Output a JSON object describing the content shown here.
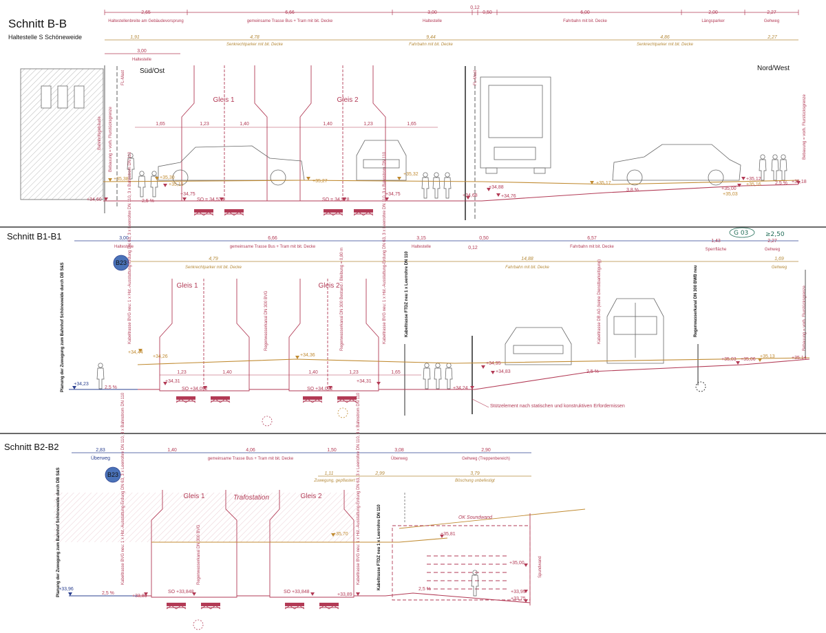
{
  "sections": [
    {
      "title": "Schnitt B-B",
      "subtitle": "Haltestelle S Schöneweide",
      "dims_top": [
        {
          "value": "2,65",
          "label": "Haltestellenbreite am Gebäudevorsprung"
        },
        {
          "value": "6,66",
          "label": "gemeinsame Trasse Bus + Tram mit bit. Decke"
        },
        {
          "value": "3,00",
          "label": "Haltestelle"
        },
        {
          "value": "0,12",
          "label": ""
        },
        {
          "value": "0,50",
          "label": ""
        },
        {
          "value": "6,00",
          "label": "Fahrbahn mit bit. Decke"
        },
        {
          "value": "2,00",
          "label": "Längsparker"
        },
        {
          "value": "2,27",
          "label": "Gehweg"
        }
      ],
      "dims_existing": [
        {
          "value": "1,91",
          "label": ""
        },
        {
          "value": "4,78",
          "label": "Senkrechtparker mit bit. Decke"
        },
        {
          "value": "9,44",
          "label": "Fahrbahn mit bit. Decke"
        },
        {
          "value": "4,86",
          "label": "Senkrechtparker mit bit. Decke"
        },
        {
          "value": "2,27",
          "label": ""
        }
      ],
      "dim_sub": {
        "value": "3,00",
        "label": "Haltestelle"
      },
      "dir_left": "Süd/Ost",
      "dir_right": "Nord/West",
      "building_label": "Bahnhofsgebäude",
      "boundary_left": "Bebauung = vorh. Flurstücksgrenze",
      "boundary_right": "Bebauung = vorh. Flurstücksgrenze",
      "mast_left": "FL-Mast",
      "mast_right": "FL-Mast",
      "track1": "Gleis 1",
      "track2": "Gleis 2",
      "inner_dims": [
        "1,65",
        "1,23",
        "1,40",
        "1,40",
        "1,23",
        "1,65"
      ],
      "elev": {
        "e1": "+35,38",
        "e2": "+35,30",
        "e3": "+35,15",
        "e4": "+35,27",
        "e5": "+35,32",
        "e6": "+34,60",
        "e7": "+34,75",
        "e8": "SO = 34,528",
        "e9": "SO = 34,528",
        "e10": "+34,75",
        "e11": "+34,68",
        "e12": "+34,88",
        "e13": "+34,76",
        "e14": "+35,17",
        "e15": "+35,00",
        "e16": "+35,03",
        "e17": "+35,12",
        "e18": "+35,16",
        "e19": "+35,18"
      },
      "slopes": [
        "2,5 %",
        "3,8 %",
        "2,5 %"
      ]
    },
    {
      "title": "Schnitt B1-B1",
      "badge": "B23",
      "handnote1": "G 03",
      "handnote2": "≥2,50",
      "dims_top": [
        {
          "value": "3,00",
          "label": "Haltestelle"
        },
        {
          "value": "6,66",
          "label": "gemeinsame Trasse Bus + Tram mit bit. Decke"
        },
        {
          "value": "3,15",
          "label": "Haltestelle"
        },
        {
          "value": "0,50",
          "label": ""
        },
        {
          "value": "0,12",
          "label": ""
        },
        {
          "value": "6,57",
          "label": "Fahrbahn mit bit. Decke"
        },
        {
          "value": "1,43",
          "label": "Sperrfläche"
        },
        {
          "value": "2,27",
          "label": "Gehweg"
        }
      ],
      "dims_existing": [
        {
          "value": "4,79",
          "label": "Senkrechtparker mit bit. Decke"
        },
        {
          "value": "14,88",
          "label": "Fahrbahn mit bit. Decke"
        },
        {
          "value": "1,69",
          "label": "Gehweg"
        }
      ],
      "track1": "Gleis 1",
      "track2": "Gleis 2",
      "cable_left": "Kabeltrasse BVG neu: 1 x Hst.-Ausstattung-Erdung DN 63, 3 x Leerrohre DN 110, 3 x Bahnstrom DN 110",
      "drain_center": "Regenwasserkanal DN 300 BVG",
      "drain_center2": "Regenwasserkanal DN 300 Bestand / Bleibung = 0,80 m",
      "cable_right": "Kabeltrasse BVG neu: 1 x Hst.-Ausstattung-Erdung DN 63, 3 x Leerrohre DN 110, 3 x Bahnstrom DN 110",
      "cable_ftdz": "Kabeltrasse FTDZ neu 1 x Leerrohre DN 110",
      "cable_kd": "Kabeltrasse DB AG (keine Dienstbarkeitigung)",
      "rain_right": "Regenwasserkanal DN 300 BWB neu",
      "planning_left": "Planung der Zuwegung zum Bahnhof Schöneweide durch DB S&S",
      "boundary_right": "Bebauung = vorh. Flurstücksgrenze",
      "support": "Stützelement nach statischen und konstruktiven Erfordernissen",
      "inner_dims": [
        "1,23",
        "1,40",
        "1,40",
        "1,23",
        "1,65"
      ],
      "elev": {
        "e1": "+34,23",
        "e2": "+34,44",
        "e3": "+34,26",
        "e4": "+34,31",
        "e5": "SO +34,092",
        "e6": "+34,36",
        "e7": "SO +34,092",
        "e8": "+34,31",
        "e9": "+34,24",
        "e10": "+34,95",
        "e11": "+34,83",
        "e12": "+35,03",
        "e13": "+35,06",
        "e14": "+35,13",
        "e15": "+35,14"
      },
      "slopes": [
        "2,5 %",
        "2,5 %"
      ]
    },
    {
      "title": "Schnitt B2-B2",
      "badge": "B23",
      "dims_top": [
        {
          "value": "2,83",
          "label": "Überweg"
        },
        {
          "value": "1,40",
          "label": ""
        },
        {
          "value": "4,06",
          "label": "gemeinsame Trasse Bus + Tram mit bit. Decke"
        },
        {
          "value": "1,50",
          "label": ""
        },
        {
          "value": "3,08",
          "label": "Überweg"
        },
        {
          "value": "2,90",
          "label": "Gehweg (Treppenbereich)"
        }
      ],
      "dims_existing": [
        {
          "value": "1,11",
          "label": "Zuwegung, gepflastert"
        },
        {
          "value": "2,99",
          "label": ""
        },
        {
          "value": "3,79",
          "label": "Böschung unbefestigt"
        }
      ],
      "track1": "Gleis 1",
      "track2": "Gleis 2",
      "trafo": "Trafostation",
      "soundwall_top": "OK Soundwand",
      "soundwall": "Spundwand",
      "planning_left": "Planung der Zuwegung zum Bahnhof Schöneweide durch DB S&S",
      "cable_left": "Kabeltrasse BVG neu: 1 x Hst.-Ausstattung-Erdung DN 63, 3 x Leerrohre DN 110, 3 x Bahnstrom DN 110",
      "drain_center": "Regenwasserkanal DN 300 BVG",
      "cable_right": "Kabeltrasse BVG neu: 1 x Hst.-Ausstattung-Erdung DN 63, 3 x Leerrohre DN 110, 3 x Bahnstrom DN 110",
      "cable_ftdz": "Kabeltrasse FTDZ neu 1 x Leerrohre DN 110",
      "elev": {
        "e1": "+33,96",
        "e2": "+33,89",
        "e3": "SO +33,848",
        "e4": "SO +33,848",
        "e5": "+33,89",
        "e6": "+35,70",
        "e7": "+35,81",
        "e8": "+35,00",
        "e9": "+33,99",
        "e10": "+33,75"
      },
      "slopes": [
        "2,5 %",
        "2,5 %"
      ]
    }
  ]
}
